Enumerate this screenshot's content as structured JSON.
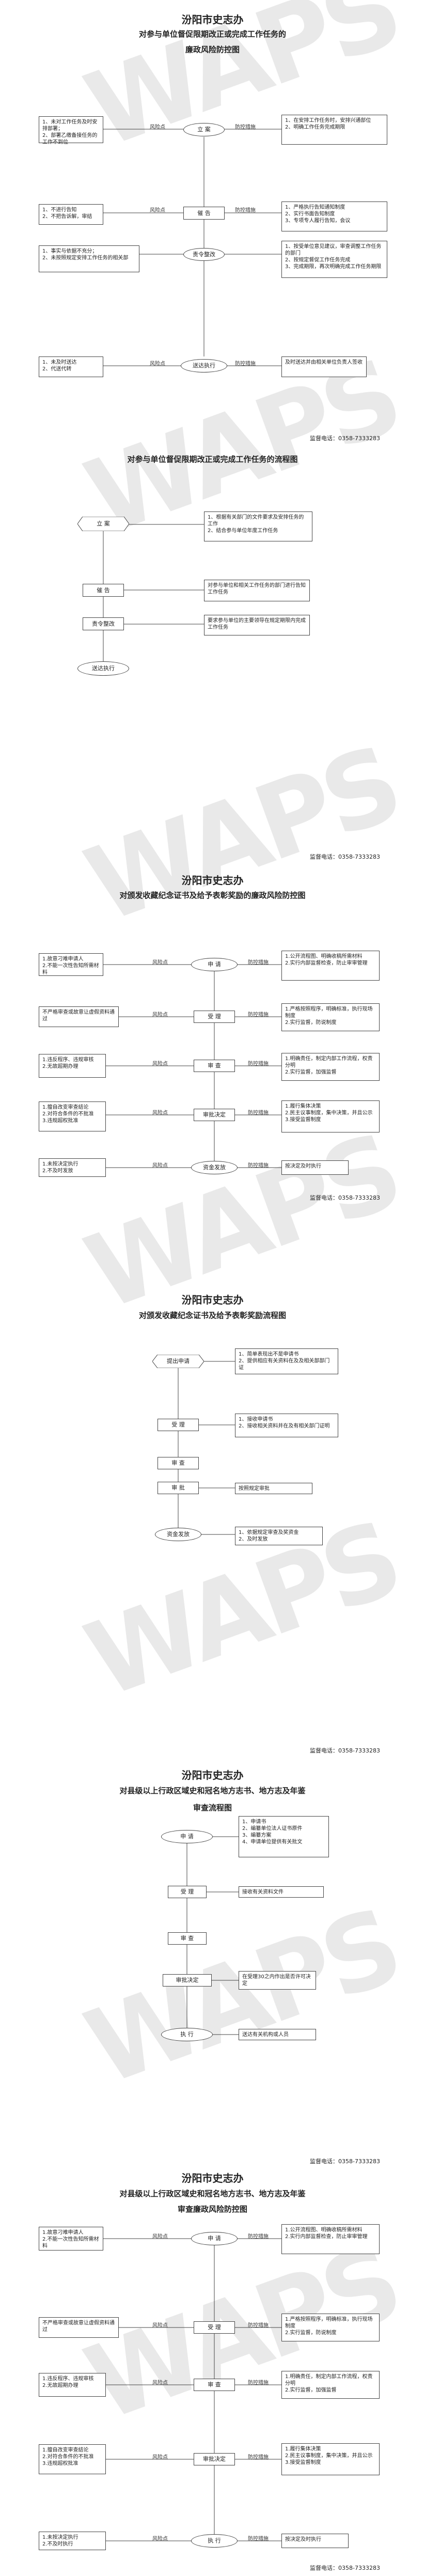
{
  "watermark": "WAPS",
  "s1": {
    "title": "汾阳市史志办",
    "sub1": "对参与单位督促限期改正或完成工作任务的",
    "sub2": "廉政风险防控图",
    "nodes": [
      "立  案",
      "催  告",
      "责令整改",
      "送达执行"
    ],
    "risk_label": "风险点",
    "measure_label": "防控措施",
    "risks": [
      "1、未对工作任务及时安排部署；\n2、部署乙缴备接任务的工作不到位",
      "1、不进行告知\n2、不把告诉解，审结",
      "1、事实与依据不充分；\n2、未按照规定安排工作任务的相关部",
      "1、未及时送达\n2、代送代转"
    ],
    "measures": [
      "1、在安排工作任务时，安排兴通部位\n2、明确工作任务完成期限",
      "1、严格执行告知通知制度\n2、实行书面告知制度\n3、专项专人履行告知，会议",
      "1、按受单位意见建议，审查调整工作任务的部门\n2、按规定督促工作任务完成\n3、完成期限，再次明确完成工作任务期限",
      "及时送达并由相关单位负责人签收"
    ],
    "phone": "监督电话：0358-7333283"
  },
  "s2": {
    "sub1": "对参与单位督促限期改正或完成工作任务的流程图",
    "nodes": [
      "立  案",
      "催  告",
      "责令整改",
      "送达执行"
    ],
    "notes": [
      "1、根据有关部门的文件要求及安排任务的工作\n2、结合参与单位年度工作任务",
      "对参与单位和相关工作任务的部门进行告知工作任务",
      "要求参与单位的主要领导在规定期限内完成工作任务"
    ],
    "phone": "监督电话：0358-7333283"
  },
  "s3": {
    "title": "汾阳市史志办",
    "sub1": "对颁发收藏纪念证书及给予表彰奖励的廉政风险防控图",
    "nodes": [
      "申  请",
      "受  理",
      "审  查",
      "审批决定",
      "资金发放"
    ],
    "risk_label": "风险点",
    "measure_label": "防控措施",
    "risks": [
      "1.故意刁难申请人\n2.不能一次性告知所需材料",
      "不严格审查或故意让虚假资料通过",
      "1.违反程序、违规审核\n2.无故超期办理",
      "1.擅自改变审查结论\n2.对符合条件的不批准\n3.违规超权批准",
      "1.未按决定执行\n2.不及时发放"
    ],
    "measures": [
      "1.公开流程图、明确收稿所需材料\n2.实行内部监督检查，防止审审管理",
      "1.严格按照程序，明确标准，执行现场制度\n2.实行监督，防说制度",
      "1.明确责任，制定内部工作流程，权责分明\n2.实行监督，加强监督",
      "1.履行集体决策\n2.民主议事制度，集中决策，并且公示\n3.接受监督制度",
      "按决定及时执行"
    ],
    "phone": "监督电话：0358-7333283"
  },
  "s4": {
    "title": "汾阳市史志办",
    "sub1": "对颁发收藏纪念证书及给予表彰奖励流程图",
    "nodes": [
      "提出申请",
      "受  理",
      "审  查",
      "审  批",
      "资金发放"
    ],
    "notes": [
      "1、简单表现出不是申请书\n2、提供相应有关资料在及及相关部部门证",
      "1、接收申请书\n2、接收相关资料并在及有相关部门证明",
      "按照规定审批",
      "1、依据规定审查及奖资金\n2、及时发放"
    ],
    "phone": "监督电话：0358-7333283"
  },
  "s5": {
    "title": "汾阳市史志办",
    "sub1": "对县级以上行政区域史和冠名地方志书、地方志及年鉴",
    "sub2": "审查流程图",
    "nodes": [
      "申  请",
      "受  理",
      "审  查",
      "审批决定",
      "执  行"
    ],
    "notes": [
      "1、申请书\n2、编纂单位法人证书原件\n3、编纂方案\n4、申请单位提供有关批文",
      "接收有关资料文件",
      "在受理30之内作出是否许可决定",
      "送达有关机构或人员"
    ],
    "phone": "监督电话：0358-7333283"
  },
  "s6": {
    "title": "汾阳市史志办",
    "sub1": "对县级以上行政区域史和冠名地方志书、地方志及年鉴",
    "sub2": "审查廉政风险防控图",
    "nodes": [
      "申  请",
      "受  理",
      "审  查",
      "审批决定",
      "执  行"
    ],
    "risk_label": "风险点",
    "measure_label": "防控措施",
    "risks": [
      "1.故意刁难申请人\n2.不能一次性告知所需材料",
      "不严格审查或故意让虚假资料通过",
      "1.违反程序、违规审核\n2.无故超期办理",
      "1.擅自改变审查结论\n2.对符合条件的不批准\n3.违规超权批准",
      "1.未按决定执行\n2.不及时执行"
    ],
    "measures": [
      "1.公开流程图、明确收稿所需材料\n2.实行内部监督检查，防止审审管理",
      "1.严格按照程序，明确标准，执行现场制度\n2.实行监督，防说制度",
      "1.明确责任，制定内部工作流程，权责分明\n2.实行监督，加强监督",
      "1.履行集体决策\n2.民主议事制度，集中决策，并且公示\n3.接受监督制度",
      "按决定及时执行"
    ],
    "phone": "监督电话：0358-7333283"
  }
}
